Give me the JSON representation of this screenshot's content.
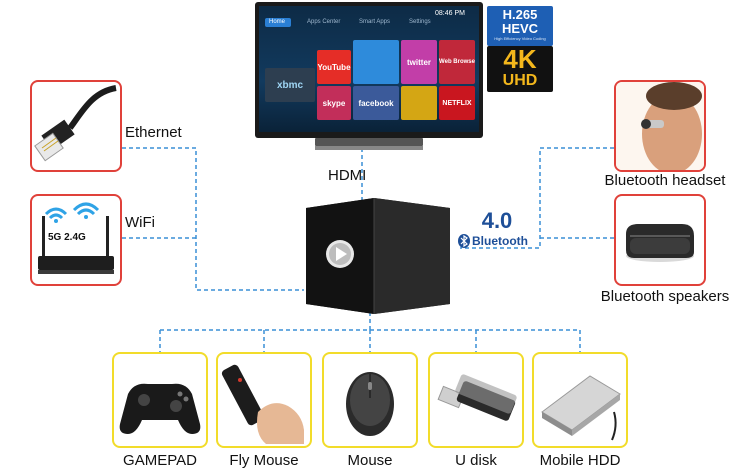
{
  "tv": {
    "nav": [
      "Home",
      "Apps Center",
      "Smart Apps",
      "Settings"
    ],
    "clock": "08:46 PM",
    "tiles": [
      "xbmc",
      "YouTube",
      "twitter",
      "Web Browse",
      "skype",
      "facebook",
      "NETFLIX"
    ]
  },
  "badges": {
    "codec_top": "H.265",
    "codec_mid": "HEVC",
    "codec_sub": "High Efficiency Video Coding",
    "res_top": "4K",
    "res_bottom": "UHD"
  },
  "bluetooth": {
    "version": "4.0",
    "brand": "Bluetooth"
  },
  "connections": {
    "hdmi": "HDMI",
    "ethernet": "Ethernet",
    "wifi": "WiFi",
    "wifi_bands": "5G 2.4G",
    "bt_headset": "Bluetooth headset",
    "bt_speakers": "Bluetooth speakers"
  },
  "peripherals": [
    "GAMEPAD",
    "Fly Mouse",
    "Mouse",
    "U disk",
    "Mobile HDD"
  ],
  "colors": {
    "line": "#3a8fd6",
    "red_border": "#e0413a",
    "yellow_border": "#f2dc2a"
  }
}
